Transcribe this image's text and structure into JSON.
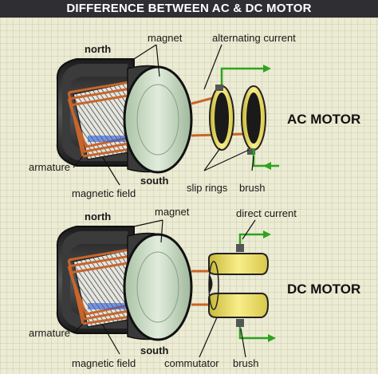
{
  "title": "DIFFERENCE BETWEEN AC & DC MOTOR",
  "ac": {
    "north": "north",
    "magnet": "magnet",
    "current": "alternating current",
    "motor": "AC MOTOR",
    "armature": "armature",
    "south": "south",
    "field": "magnetic field",
    "rings": "slip rings",
    "brush": "brush"
  },
  "dc": {
    "north": "north",
    "magnet": "magnet",
    "current": "direct current",
    "motor": "DC MOTOR",
    "armature": "armature",
    "south": "south",
    "field": "magnetic field",
    "commutator": "commutator",
    "brush": "brush"
  },
  "colors": {
    "title_bg": "#2e2e33",
    "arrow": "#2ea31f",
    "copper": "#c9652a",
    "ring": "#f2e36a",
    "magnet_green": "#c8dcc3"
  }
}
